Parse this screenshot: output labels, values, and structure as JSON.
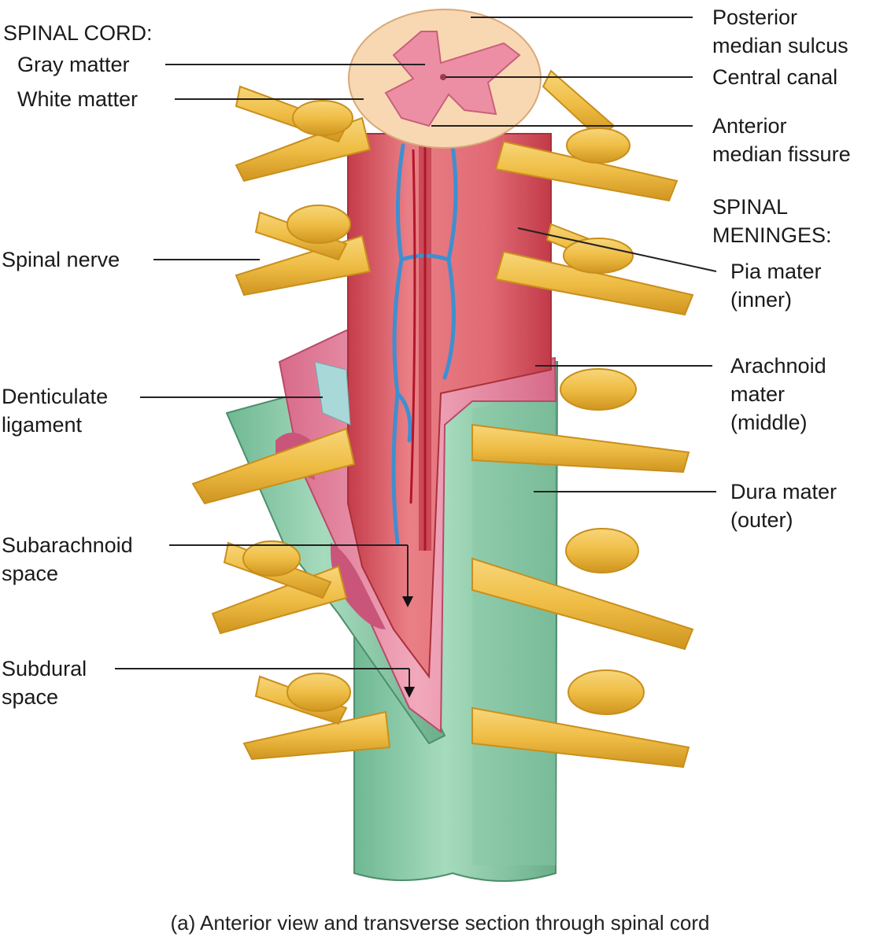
{
  "labels": {
    "spinal_cord_heading": "SPINAL CORD:",
    "gray_matter": "Gray matter",
    "white_matter": "White matter",
    "spinal_nerve": "Spinal nerve",
    "denticulate_ligament": "Denticulate\nligament",
    "subarachnoid_space": "Subarachnoid\nspace",
    "subdural_space": "Subdural\nspace",
    "posterior_median_sulcus": "Posterior\nmedian sulcus",
    "central_canal": "Central canal",
    "anterior_median_fissure": "Anterior\nmedian fissure",
    "spinal_meninges_heading": "SPINAL\nMENINGES:",
    "pia_mater": "Pia mater\n(inner)",
    "arachnoid_mater": "Arachnoid\nmater\n(middle)",
    "dura_mater": "Dura mater\n(outer)"
  },
  "caption": "(a) Anterior view and transverse section through spinal cord",
  "colors": {
    "dura": "#8fcfae",
    "dura_dark": "#5fa983",
    "arachnoid": "#e58aa4",
    "pia": "#d85a62",
    "gray_matter": "#ec8fa4",
    "white_matter": "#f8d8b2",
    "nerve": "#efbf4a",
    "nerve_dark": "#c98f1c",
    "vein": "#3f8fd0"
  }
}
